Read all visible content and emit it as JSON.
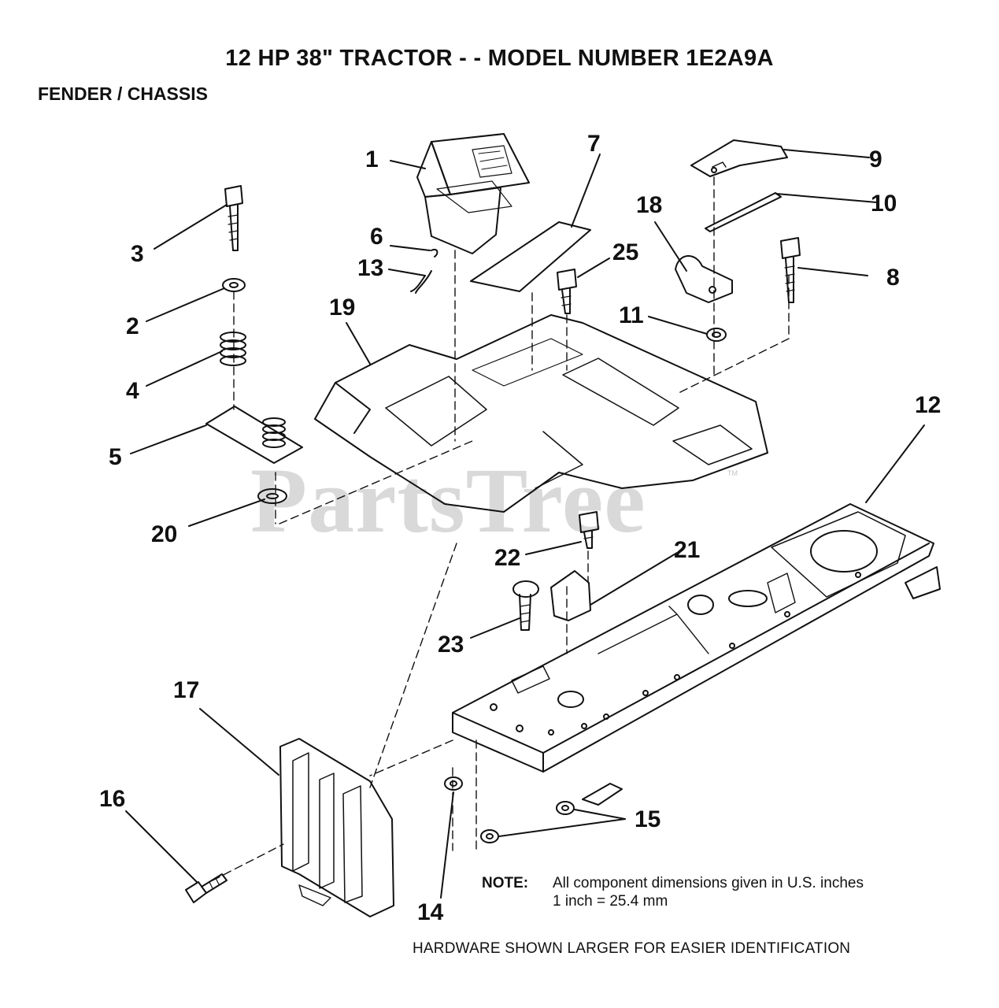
{
  "title": "12 HP 38\" TRACTOR - - MODEL NUMBER 1E2A9A",
  "subtitle": "FENDER / CHASSIS",
  "watermark": "PartsTree",
  "watermark_tm": "TM",
  "callouts": {
    "c1": "1",
    "c2": "2",
    "c3": "3",
    "c4": "4",
    "c5": "5",
    "c6": "6",
    "c7": "7",
    "c8": "8",
    "c9": "9",
    "c10": "10",
    "c11": "11",
    "c12": "12",
    "c13": "13",
    "c14": "14",
    "c15": "15",
    "c16": "16",
    "c17": "17",
    "c18": "18",
    "c19": "19",
    "c20": "20",
    "c21": "21",
    "c22": "22",
    "c23": "23",
    "c25": "25"
  },
  "note": {
    "label": "NOTE:",
    "line1": "All component dimensions given in U.S. inches",
    "line2": "1 inch = 25.4 mm"
  },
  "footer": "HARDWARE SHOWN LARGER FOR EASIER IDENTIFICATION"
}
